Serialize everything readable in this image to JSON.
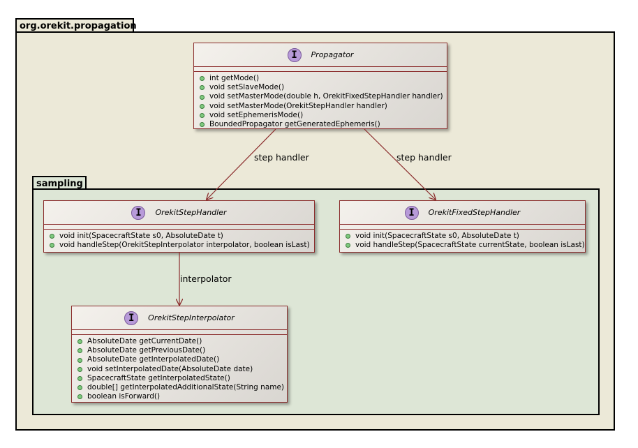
{
  "packages": {
    "outer": {
      "name": "org.orekit.propagation",
      "color": "#ece9d8"
    },
    "inner": {
      "name": "sampling",
      "color": "#dde6d6"
    }
  },
  "classes": {
    "propagator": {
      "name": "Propagator",
      "icon": "interface-icon",
      "icon_letter": "I",
      "members": [
        "int getMode()",
        "void setSlaveMode()",
        "void setMasterMode(double h, OrekitFixedStepHandler handler)",
        "void setMasterMode(OrekitStepHandler handler)",
        "void setEphemerisMode()",
        "BoundedPropagator getGeneratedEphemeris()"
      ]
    },
    "step_handler": {
      "name": "OrekitStepHandler",
      "icon": "interface-icon",
      "icon_letter": "I",
      "members": [
        "void init(SpacecraftState s0, AbsoluteDate t)",
        "void handleStep(OrekitStepInterpolator interpolator, boolean isLast)"
      ]
    },
    "fixed_step_handler": {
      "name": "OrekitFixedStepHandler",
      "icon": "interface-icon",
      "icon_letter": "I",
      "members": [
        "void init(SpacecraftState s0, AbsoluteDate t)",
        "void handleStep(SpacecraftState currentState, boolean isLast)"
      ]
    },
    "interpolator": {
      "name": "OrekitStepInterpolator",
      "icon": "interface-icon",
      "icon_letter": "I",
      "members": [
        "AbsoluteDate getCurrentDate()",
        "AbsoluteDate getPreviousDate()",
        "AbsoluteDate getInterpolatedDate()",
        "void setInterpolatedDate(AbsoluteDate date)",
        "SpacecraftState getInterpolatedState()",
        "double[] getInterpolatedAdditionalState(String name)",
        "boolean isForward()"
      ]
    }
  },
  "edges": {
    "propagator_to_step_handler": "step handler",
    "propagator_to_fixed_step_handler": "step handler",
    "step_handler_to_interpolator": "interpolator"
  },
  "colors": {
    "class_border": "#8b2c2c",
    "interface_icon": "#b79ad9",
    "public_dot": "#7fc97f",
    "arrow": "#8b2c2c"
  }
}
